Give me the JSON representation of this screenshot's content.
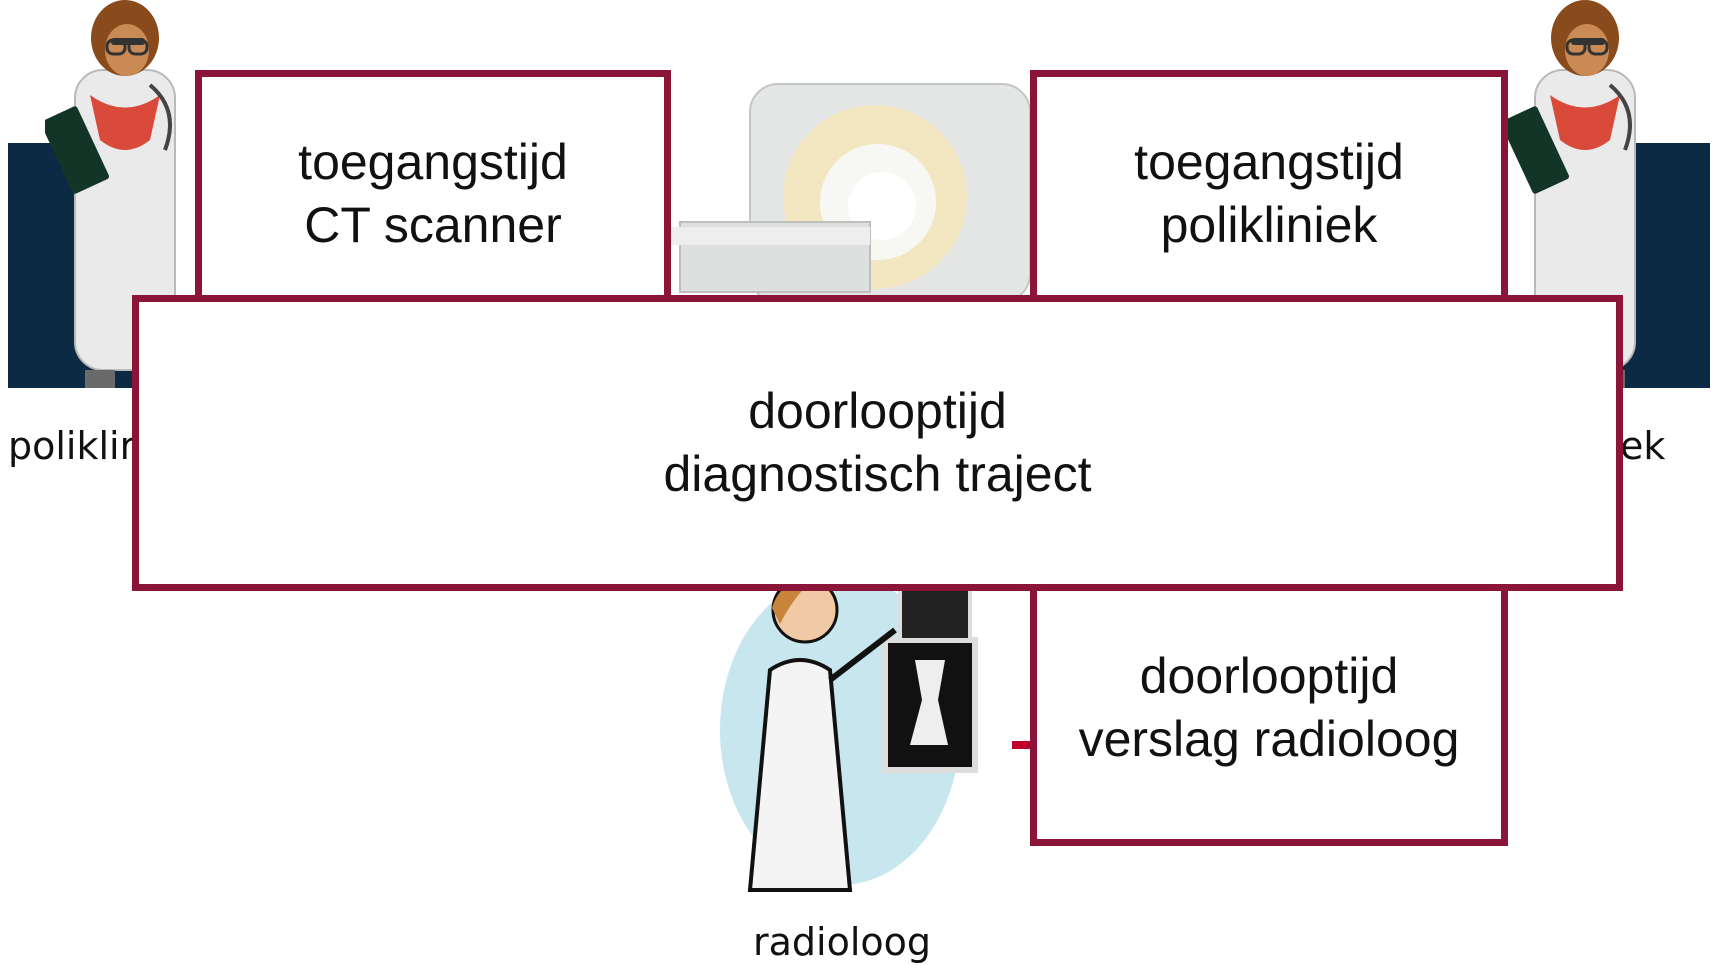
{
  "colors": {
    "box_border": "#8b1538",
    "panel": "#0c2a44",
    "connector": "#c0002a"
  },
  "captions": {
    "left": "poliklir",
    "right": "ek",
    "bottom": "radioloog"
  },
  "boxes": {
    "ct_access": {
      "line1": "toegangstijd",
      "line2": "CT scanner"
    },
    "clinic_access": {
      "line1": "toegangstijd",
      "line2": "polikliniek"
    },
    "diagnostic": {
      "line1": "doorlooptijd",
      "line2": "diagnostisch traject"
    },
    "report": {
      "line1": "doorlooptijd",
      "line2": "verslag radioloog"
    }
  },
  "icons": [
    "doctor-left-figure",
    "doctor-right-figure",
    "ct-scanner-image",
    "radiologist-figure"
  ]
}
